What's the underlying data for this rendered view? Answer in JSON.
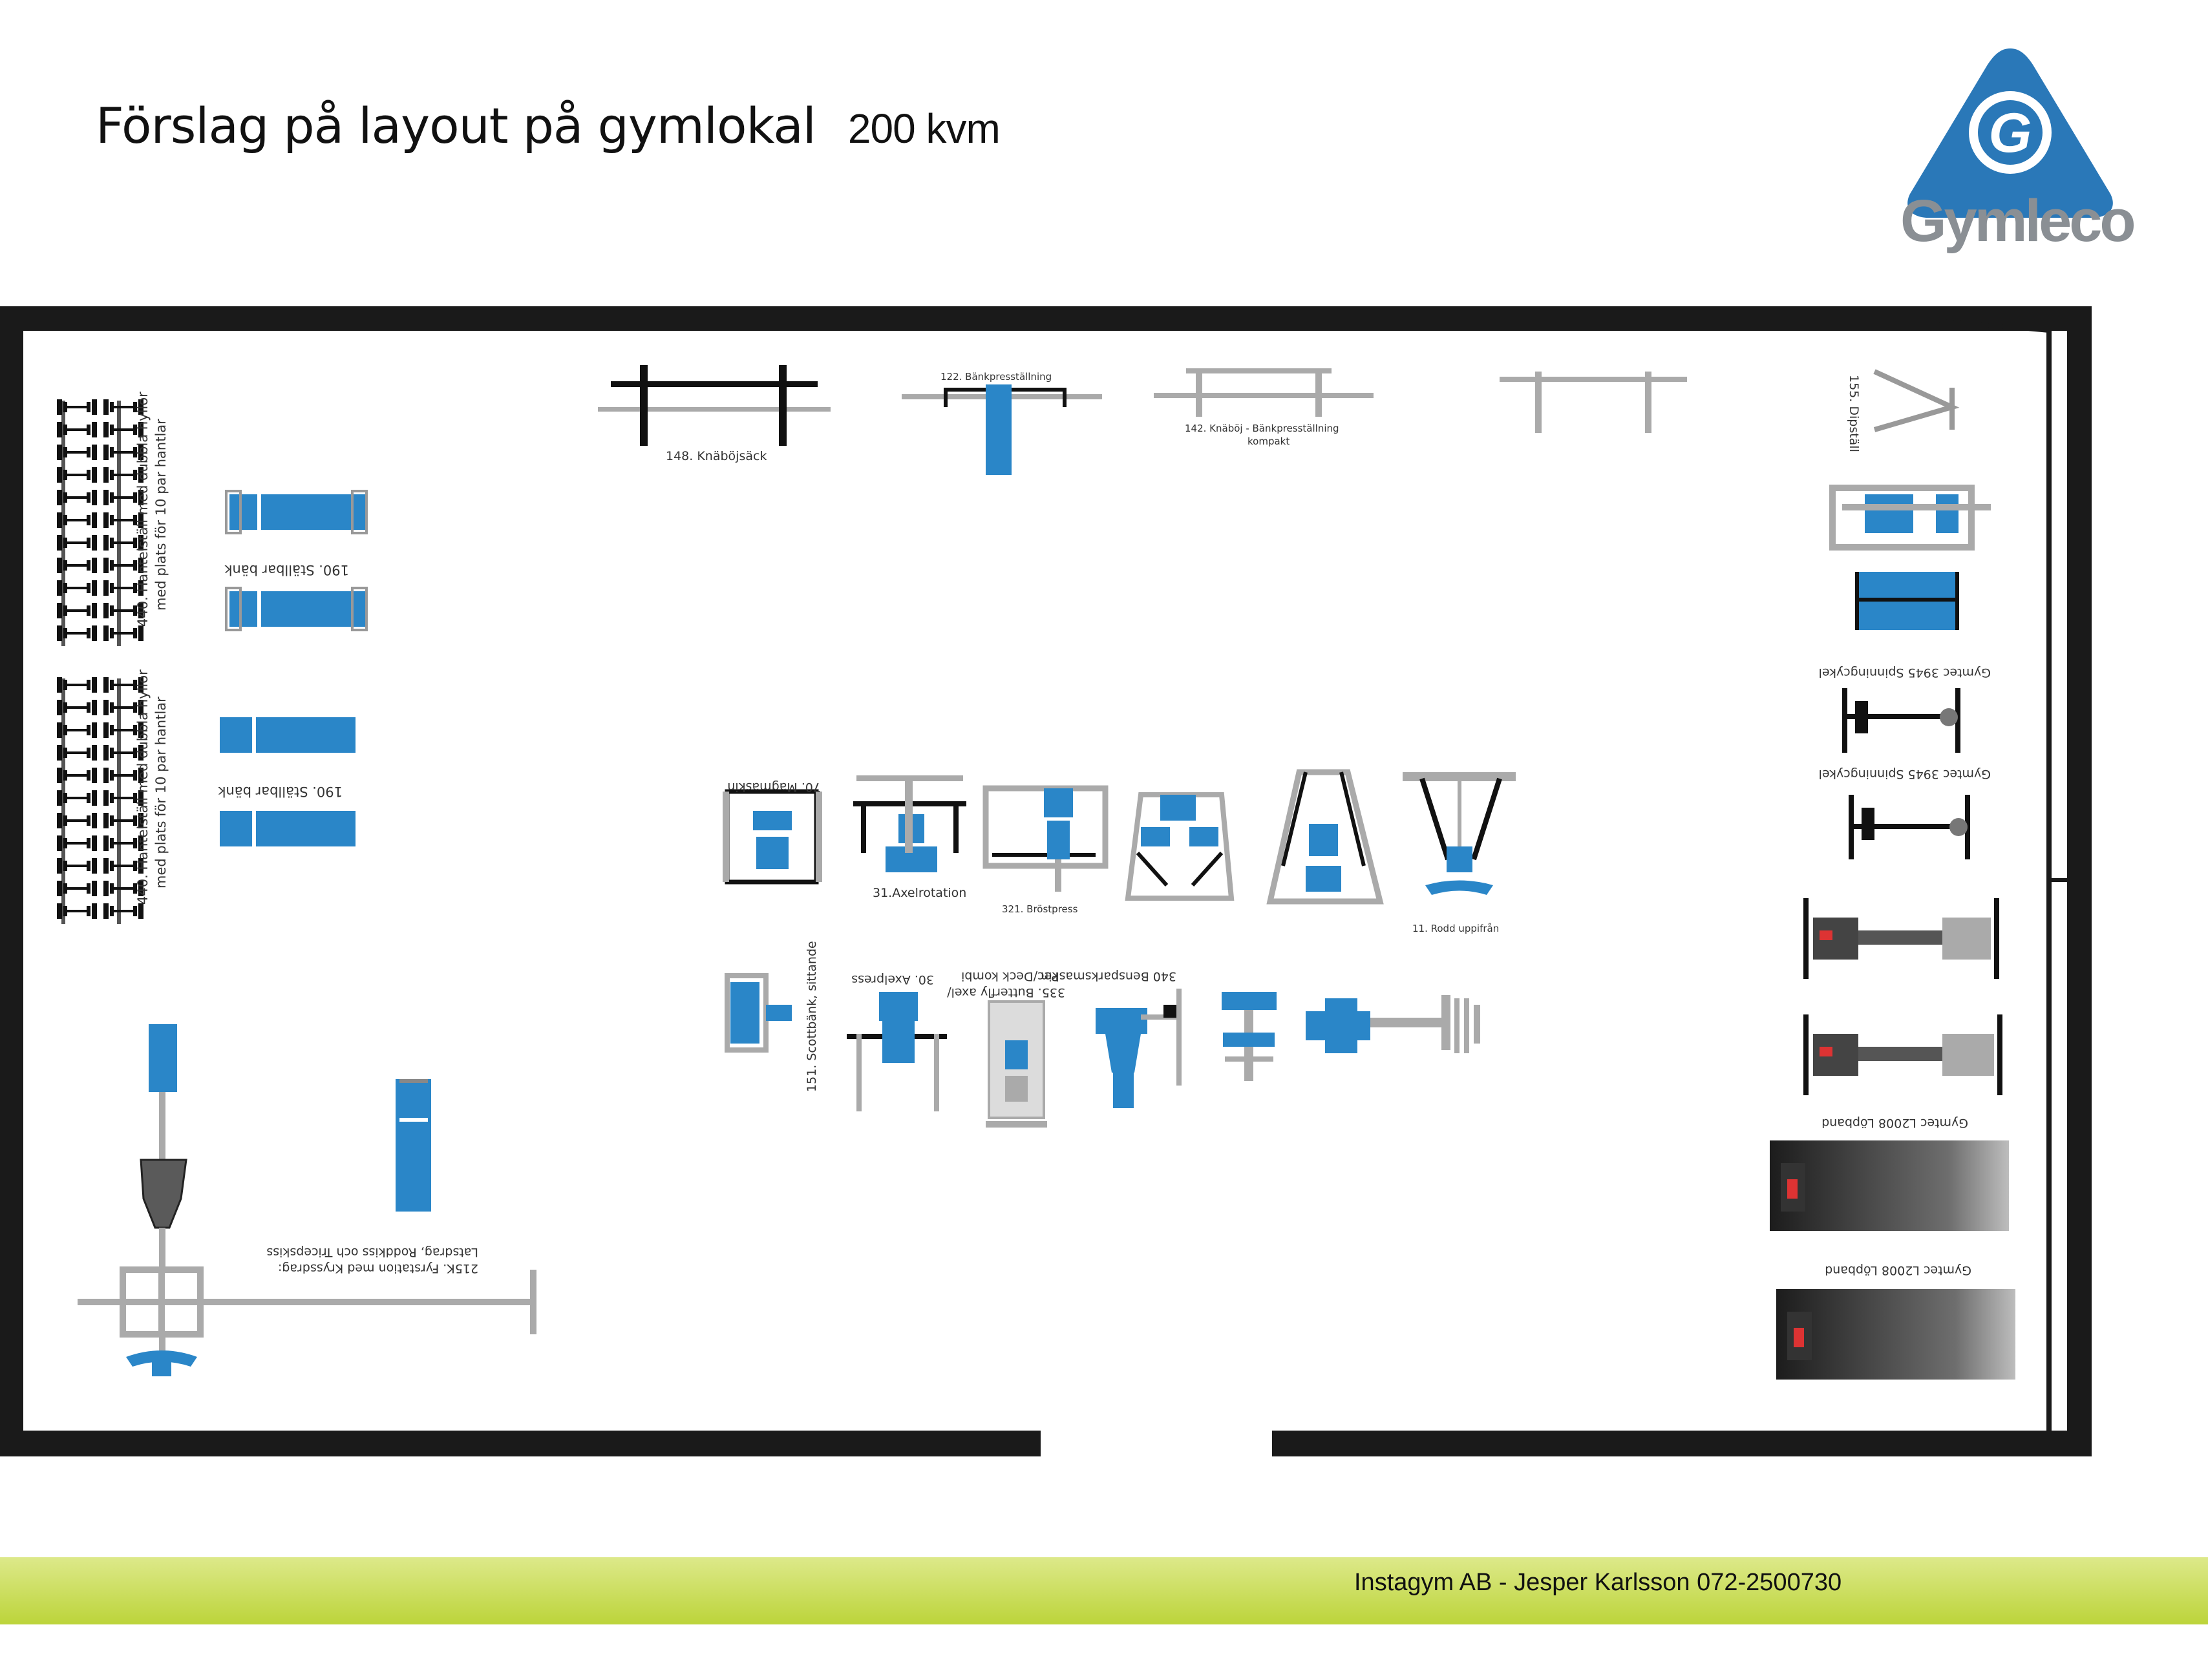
{
  "header": {
    "title": "Förslag på layout på gymlokal",
    "area": "200 kvm",
    "logo_text": "Gymleco",
    "logo_letter": "G"
  },
  "colors": {
    "accent_blue": "#2a86c8",
    "equipment_gray": "#b3b6ba",
    "wall": "#1a1a1a",
    "footer_green": "#c6da4a"
  },
  "equipment": {
    "dumbbell_rack_1": "440. Hantelställ med dubbla hyllor",
    "dumbbell_rack_1_sub": "med plats för 10 par hantlar",
    "dumbbell_rack_2": "440. Hantelställ med dubbla hyllor",
    "dumbbell_rack_2_sub": "med plats för 10 par hantlar",
    "bench_1": "190. Ställbar bänk",
    "bench_2": "190. Ställbar bänk",
    "squat_rack": "148. Knäböjsäck",
    "bench_press": "122. Bänkpresställning",
    "squat_bench_compact": "142. Knäböj - Bänkpresställning",
    "squat_bench_compact_sub": "kompakt",
    "dip_stand": "155. Dipställ",
    "spin_bike_1": "Gymtec 3945 Spinningcykel",
    "spin_bike_2": "Gymtec 3945 Spinningcykel",
    "treadmill_1": "Gymtec L2008 Löpband",
    "treadmill_2": "Gymtec L2008 Löpband",
    "magmaskin": "70. Magmaskin",
    "axelrotation": "31.Axelrotation",
    "brostpress": "321. Bröstpress",
    "rodd": "11. Rodd uppifrån",
    "scottbank": "151. Scottbänk, sittande",
    "axelpress": "30. Axelpress",
    "butterfly": "335. Butterfly axel/",
    "butterfly_sub": "Pec/Deck kombi",
    "benspark": "340 Bensparksmaskin",
    "multistation": "215K. Fyrstation med Kryssdrag:",
    "multistation_sub": "Latsdrag, Roddkiss och Tricepskiss"
  },
  "footer": {
    "contact": "Instagym AB - Jesper Karlsson  072-2500730"
  }
}
